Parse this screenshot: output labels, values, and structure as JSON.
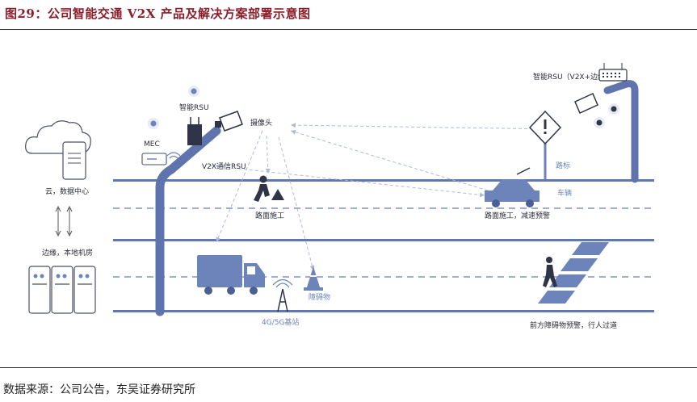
{
  "figure": {
    "title": "图29：公司智能交通  V2X  产品及解决方案部署示意图",
    "source": "数据来源：公司公告，东吴证券研究所"
  },
  "labels": {
    "cloud_datacenter": "云，数据中心",
    "edge_room": "边缘，本地机房",
    "mec": "MEC",
    "smart_rsu_left": "智能RSU",
    "camera": "摄像头",
    "v2x_rsu": "V2X通信RSU",
    "roadwork_left": "路面施工",
    "smart_rsu_right": "智能RSU（V2X+边缘）",
    "road_sign": "路标",
    "vehicle": "车辆",
    "roadwork_warning": "路面施工，减速预警",
    "obstacle": "障碍物",
    "base_station": "4G/5G基站",
    "obstacle_warning": "前方障碍物预警，行人过道"
  },
  "colors": {
    "title": "#8b1e2a",
    "road": "#6078b0",
    "icon_fill": "#6d84bb",
    "dashed": "#aeb9d6",
    "outline": "#4a4f63"
  },
  "icons": [
    "cloud-icon",
    "server-icon",
    "edge-server-icon",
    "mec-icon",
    "rsu-icon",
    "camera-icon",
    "worker-icon",
    "car-icon",
    "truck-icon",
    "cone-icon",
    "tower-icon",
    "pedestrian-icon",
    "warning-sign-icon",
    "location-pin-icon",
    "wifi-icon"
  ]
}
